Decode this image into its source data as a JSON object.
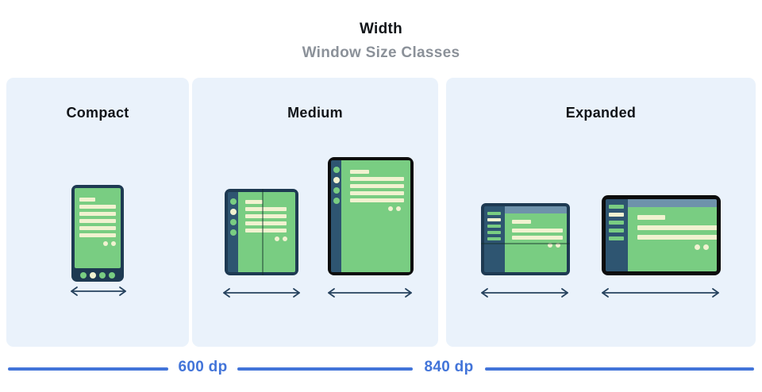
{
  "header": {
    "title": "Width",
    "subtitle": "Window Size Classes"
  },
  "panels": [
    {
      "id": "compact",
      "label": "Compact",
      "devices": [
        "phone"
      ]
    },
    {
      "id": "medium",
      "label": "Medium",
      "devices": [
        "foldable-portrait",
        "tablet-portrait"
      ]
    },
    {
      "id": "expanded",
      "label": "Expanded",
      "devices": [
        "foldable-landscape",
        "tablet-landscape"
      ]
    }
  ],
  "scale": {
    "breakpoints": [
      "600 dp",
      "840 dp"
    ]
  },
  "colors": {
    "panel-bg": "#eaf2fb",
    "frame-navy": "#1e3a52",
    "rail-navy": "#2e5571",
    "screen-green": "#79cd82",
    "line-cream": "#f1f2d0",
    "topbar-slate": "#6e92ab",
    "frame-black": "#0d0d0d",
    "accent-blue": "#4274d9",
    "title-black": "#111418",
    "subtitle-gray": "#8b9199",
    "arrow-navy": "#26425e"
  }
}
